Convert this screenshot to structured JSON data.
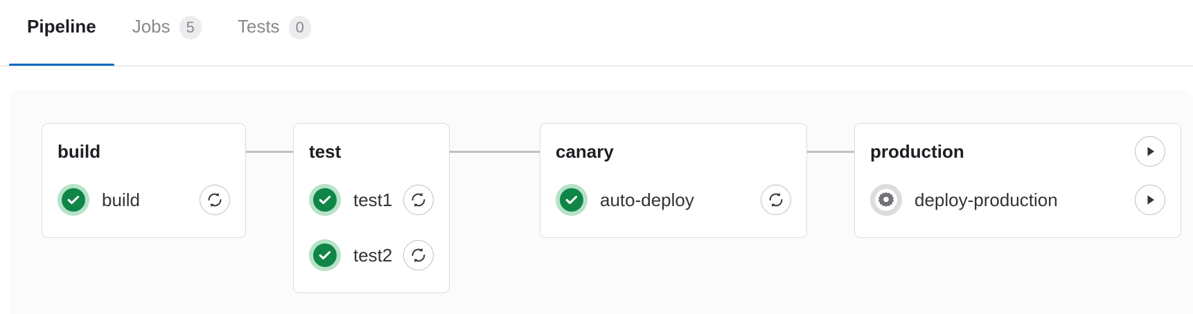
{
  "tabs": [
    {
      "label": "Pipeline",
      "badge": null,
      "active": true
    },
    {
      "label": "Jobs",
      "badge": "5",
      "active": false
    },
    {
      "label": "Tests",
      "badge": "0",
      "active": false
    }
  ],
  "colors": {
    "accent": "#1068bf",
    "success": "#108548",
    "success_halo": "#b6e3c8",
    "manual": "#737278",
    "manual_halo": "#dcdcde",
    "border": "#dcdcde",
    "panel_bg": "#fbfbfc",
    "connector": "#bfbfc3"
  },
  "pipeline": {
    "stages": [
      {
        "name": "build",
        "header_action": null,
        "jobs": [
          {
            "name": "build",
            "status": "success",
            "action": "retry-icon"
          }
        ]
      },
      {
        "name": "test",
        "header_action": null,
        "jobs": [
          {
            "name": "test1",
            "status": "success",
            "action": "retry-icon"
          },
          {
            "name": "test2",
            "status": "success",
            "action": "retry-icon"
          }
        ]
      },
      {
        "name": "canary",
        "header_action": null,
        "jobs": [
          {
            "name": "auto-deploy",
            "status": "success",
            "action": "retry-icon"
          }
        ]
      },
      {
        "name": "production",
        "header_action": "play-icon",
        "jobs": [
          {
            "name": "deploy-production",
            "status": "manual",
            "action": "play-icon"
          }
        ]
      }
    ]
  }
}
